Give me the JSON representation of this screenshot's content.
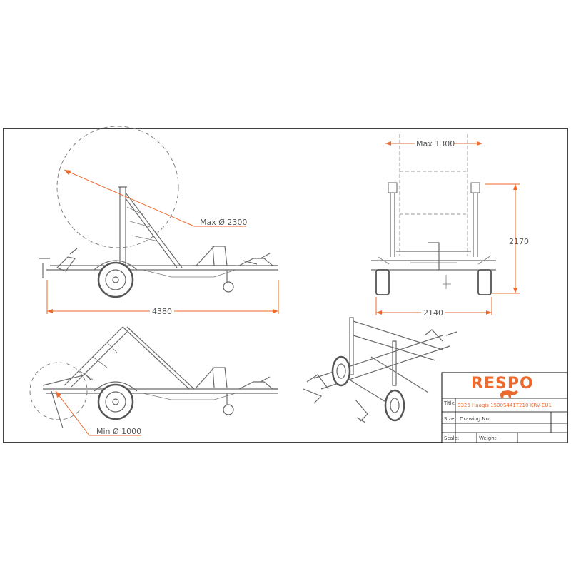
{
  "dimensions": {
    "max_reel_diameter": "Max Ø 2300",
    "overall_length": "4380",
    "max_width_top": "Max 1300",
    "height": "2170",
    "overall_width": "2140",
    "min_reel_diameter": "Min Ø 1000"
  },
  "title_block": {
    "brand": "RESPO",
    "title_label": "Title:",
    "title_value": "9325 Haagis 1500S441T210-KRV-EU1",
    "size_label": "Size",
    "drawing_no_label": "Drawing No:",
    "scale_label": "Scale:",
    "weight_label": "Weight:"
  },
  "colors": {
    "accent": "#ed6a2e",
    "line": "#6a6a6a",
    "frame": "#000000"
  }
}
